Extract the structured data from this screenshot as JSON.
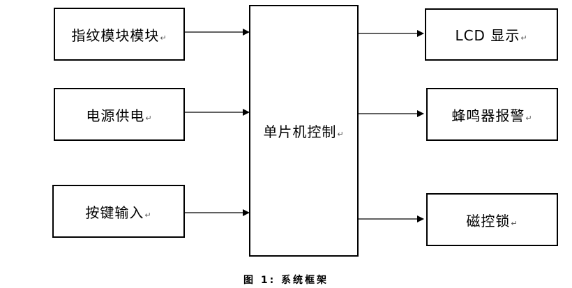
{
  "diagram": {
    "inputs": {
      "fingerprint": "指纹模块模块",
      "power": "电源供电",
      "keypad": "按键输入"
    },
    "controller": "单片机控制",
    "outputs": {
      "lcd": "LCD 显示",
      "buzzer": "蜂鸣器报警",
      "lock": "磁控锁"
    },
    "return_mark": "↵",
    "caption": "图 1:  系统框架"
  }
}
